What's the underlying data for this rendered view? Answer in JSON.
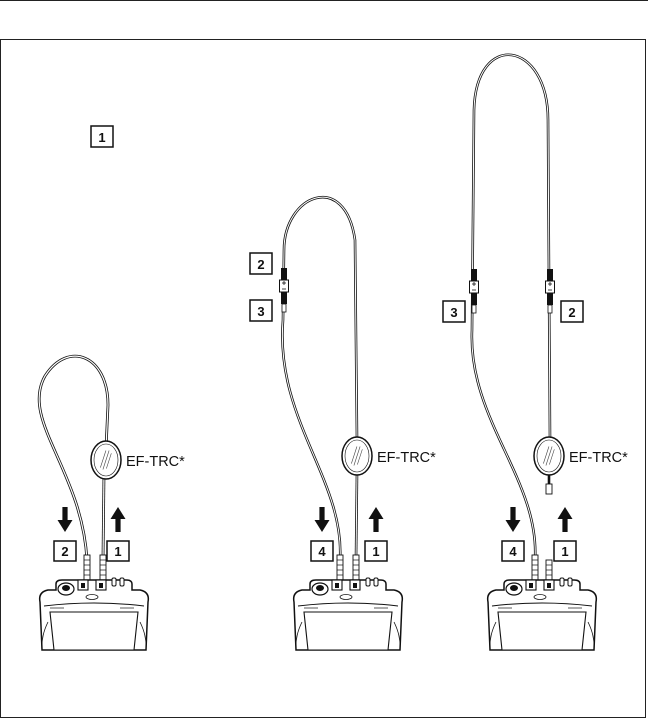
{
  "figure": {
    "step_marker": "1",
    "reference_cord_label": "EF-TRC*",
    "panels": [
      {
        "name": "panel-1",
        "arrow_labels": [
          "2",
          "1"
        ],
        "connector_labels": []
      },
      {
        "name": "panel-2",
        "arrow_labels": [
          "4",
          "1"
        ],
        "connector_labels": [
          "2",
          "3"
        ]
      },
      {
        "name": "panel-3",
        "arrow_labels": [
          "4",
          "1"
        ],
        "connector_labels": [
          "3",
          "2"
        ]
      }
    ],
    "icons": {
      "arrow_down": "down-arrow-icon",
      "arrow_up": "up-arrow-icon",
      "tester": "tester-device-icon",
      "mandrel": "mandrel-oval-icon"
    }
  }
}
